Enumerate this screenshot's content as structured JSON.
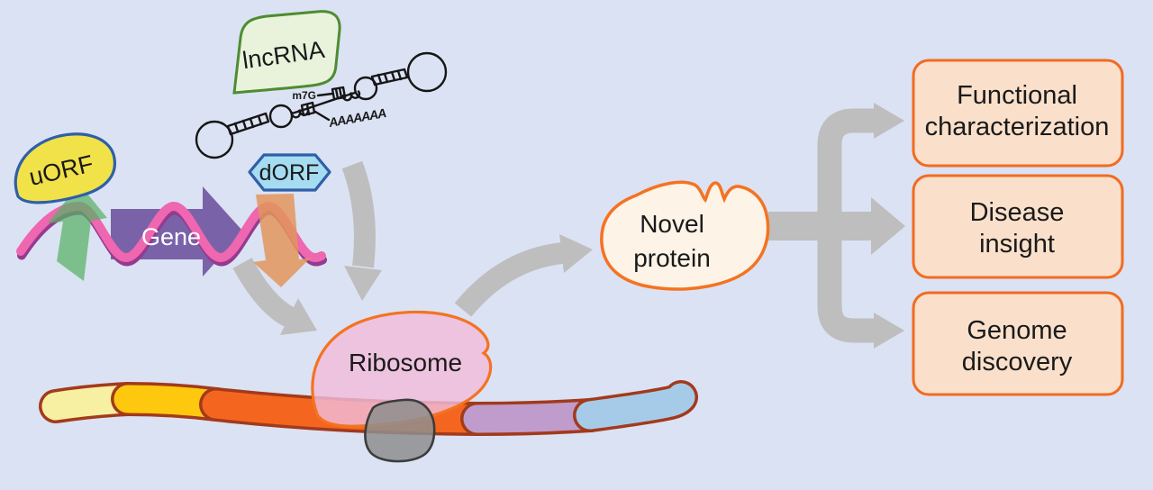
{
  "labels": {
    "lncrna": "lncRNA",
    "uorf": "uORF",
    "dorf": "dORF",
    "gene": "Gene",
    "cap": "m7G",
    "polya": "AAAAAAA",
    "ribosome": "Ribosome",
    "novel_protein_line1": "Novel",
    "novel_protein_line2": "protein"
  },
  "outcomes": [
    {
      "line1": "Functional",
      "line2": "characterization"
    },
    {
      "line1": "Disease",
      "line2": "insight"
    },
    {
      "line1": "Genome",
      "line2": "discovery"
    }
  ],
  "colors": {
    "background": "#dbe2f3",
    "ink": "#1a1a1a",
    "lncrna_fill": "#e9f3dc",
    "lncrna_stroke": "#4e8c31",
    "uorf_fill": "#f1e24a",
    "orf_stroke": "#2e5fa8",
    "dorf_fill": "#a6dcf2",
    "gene_arrow": "#7a62a8",
    "gene_text": "#ffffff",
    "wave_pink": "#ee67b0",
    "wave_shadow": "#943b90",
    "green_arrow": "#58b264",
    "orange_arrow": "#e2955c",
    "flow_gray": "#bebebe",
    "rna_line": "#161616",
    "ribosome_fill": "#f0bcdb",
    "ribosome_stroke": "#f47321",
    "subunit_fill": "#8e8e8e",
    "subunit_stroke": "#3c3c3c",
    "strand_outline": "#a23a1c",
    "strand_seg1": "#f7f0a2",
    "strand_seg2": "#fec80e",
    "strand_seg3": "#f4661f",
    "strand_seg4": "#bf9ccb",
    "strand_seg5": "#a6cbe8",
    "novel_fill": "#fdf3e7",
    "box_fill": "#fae0cb",
    "box_stroke": "#f26b21"
  }
}
